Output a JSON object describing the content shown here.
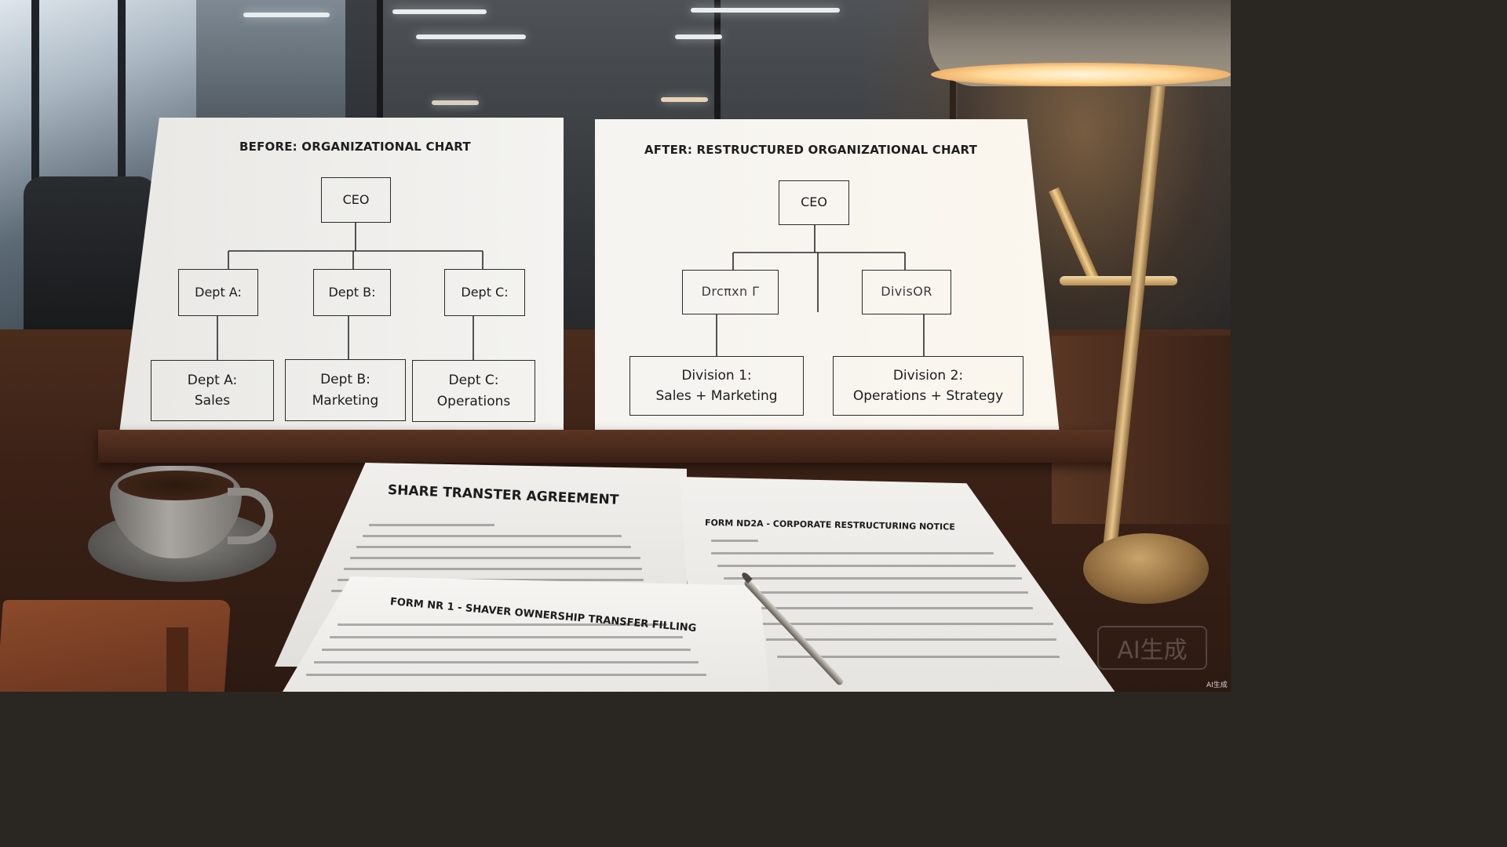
{
  "before_chart": {
    "title": "BEFORE: ORGANIZATIONAL CHART",
    "top": "CEO",
    "departments": [
      "Dept A:",
      "Dept B:",
      "Dept C:"
    ],
    "teams": [
      {
        "line1": "Dept A:",
        "line2": "Sales"
      },
      {
        "line1": "Dept B:",
        "line2": "Marketing"
      },
      {
        "line1": "Dept C:",
        "line2": "Operations"
      }
    ]
  },
  "after_chart": {
    "title": "AFTER: RESTRUCTURED ORGANIZATIONAL CHART",
    "top": "CEO",
    "divisions": [
      "Drcπxn Γ",
      "DivisOR"
    ],
    "teams": [
      {
        "line1": "Division 1:",
        "line2": "Sales + Marketing"
      },
      {
        "line1": "Division 2:",
        "line2": "Operations + Strategy"
      }
    ]
  },
  "documents": {
    "share_transfer": "SHARE TRANSTER AGREEMENT",
    "restructuring_notice": "FORM ND2A - CORPORATE RESTRUCTURING NOTICE",
    "ownership_filing": "FORM NR 1 - SHAVER OWNERSHIP TRANSFER FILLING"
  },
  "watermark": {
    "label": "AI生成",
    "corner_label": "AI生成"
  }
}
